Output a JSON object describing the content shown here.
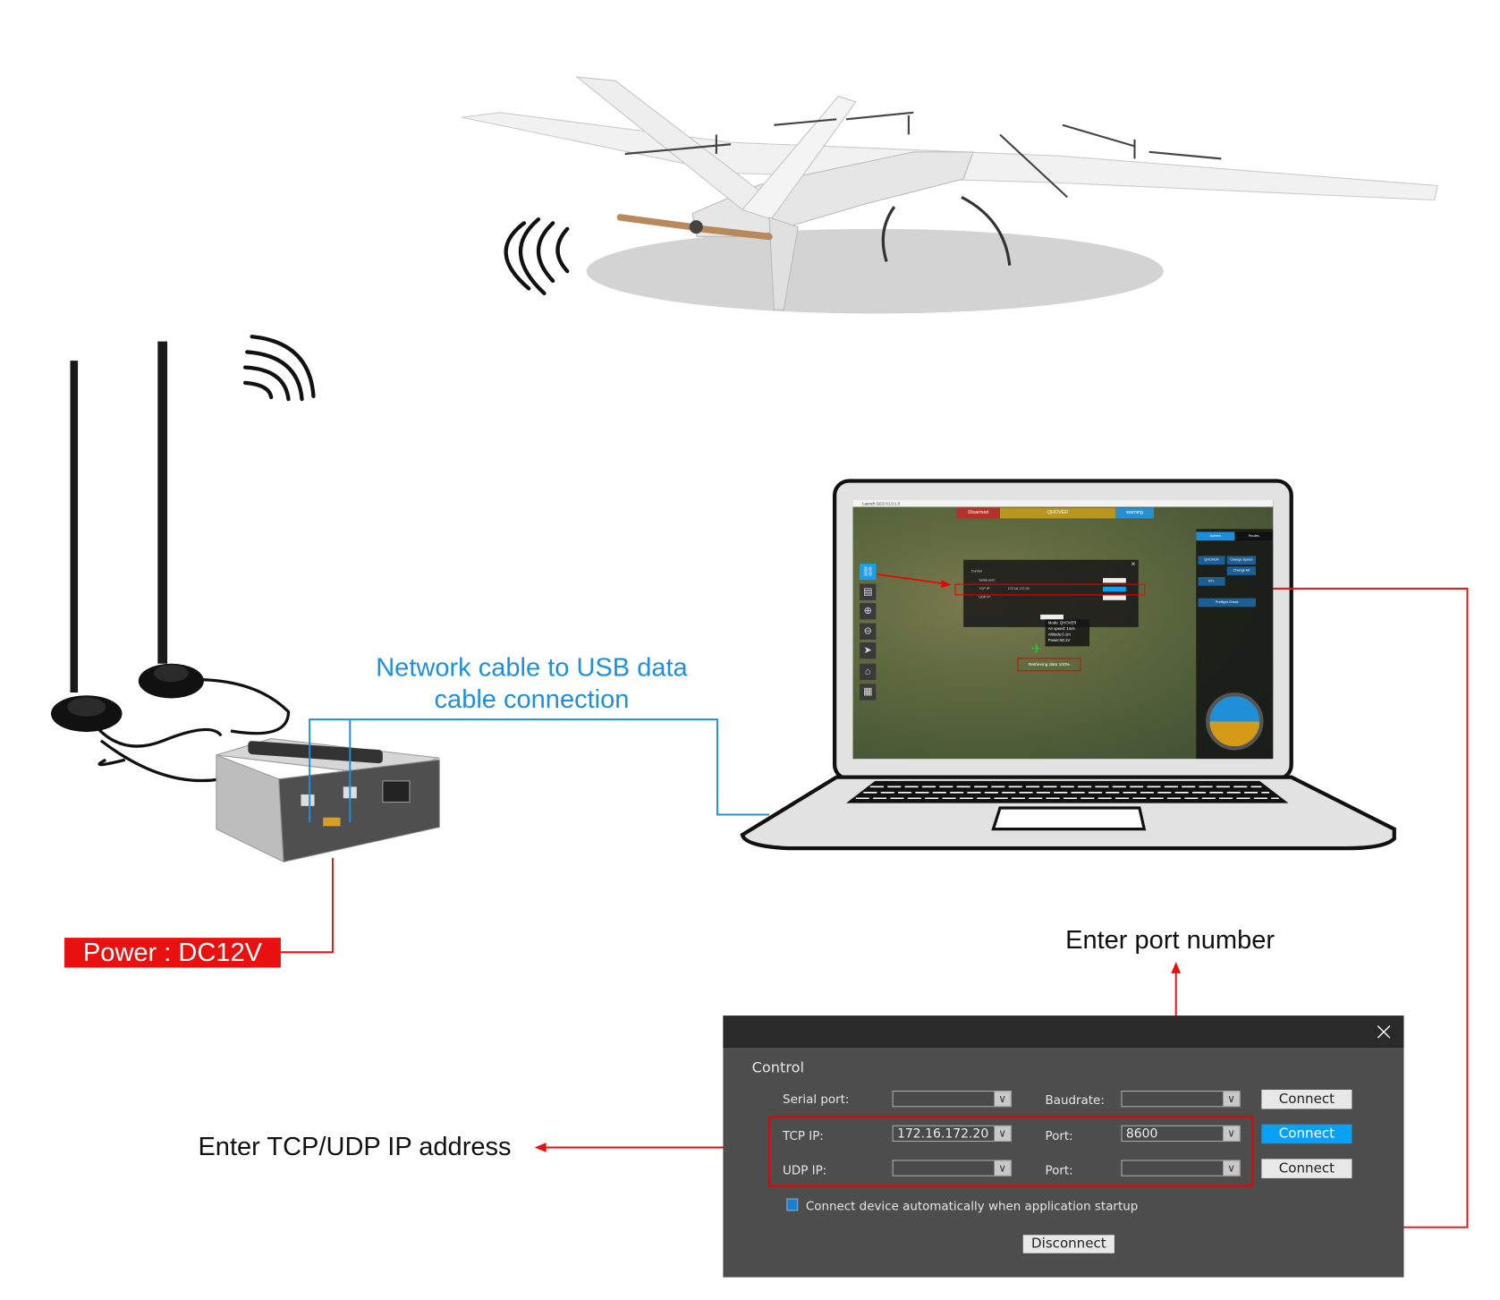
{
  "annotations": {
    "network_cable_line1": "Network cable to USB data",
    "network_cable_line2": "cable connection",
    "power": "Power : DC12V",
    "enter_port": "Enter port number",
    "enter_ip": "Enter TCP/UDP IP address"
  },
  "control_dialog": {
    "close_icon": "×",
    "title": "Control",
    "serial_port_label": "Serial port:",
    "baudrate_label": "Baudrate:",
    "tcp_ip_label": "TCP  IP:",
    "tcp_ip_value": "172.16.172.20",
    "port_label": "Port:",
    "tcp_port_value": "8600",
    "udp_ip_label": "UDP IP:",
    "udp_port_label": "Port:",
    "connect_label": "Connect",
    "auto_connect_label": "Connect device automatically when application startup",
    "auto_connect_checked": true,
    "disconnect_label": "Disconnect",
    "dropdown_arrow": "∨"
  },
  "gcs_screen": {
    "app_title": "Launch GCS  V1.0.1.0",
    "status_disarmed": "Disarmed",
    "status_mode": "QHOVER",
    "status_warning": "warning",
    "tab_actions": "Actions",
    "tab_routes": "Routes",
    "action_buttons": [
      "QHOVER",
      "Change Speed",
      "RTL",
      "Change Alt",
      "Preflight Check"
    ],
    "info": [
      "Mode: QHOVER",
      "Air speed: 1m/s",
      "Altitude:0.1m",
      "Power:50.1V"
    ],
    "retrieving": "Retrieving data 100%"
  },
  "colors": {
    "accent_blue": "#0aa0f5",
    "annotation_red": "#e8110f",
    "cable_blue": "#1e8fe0"
  }
}
